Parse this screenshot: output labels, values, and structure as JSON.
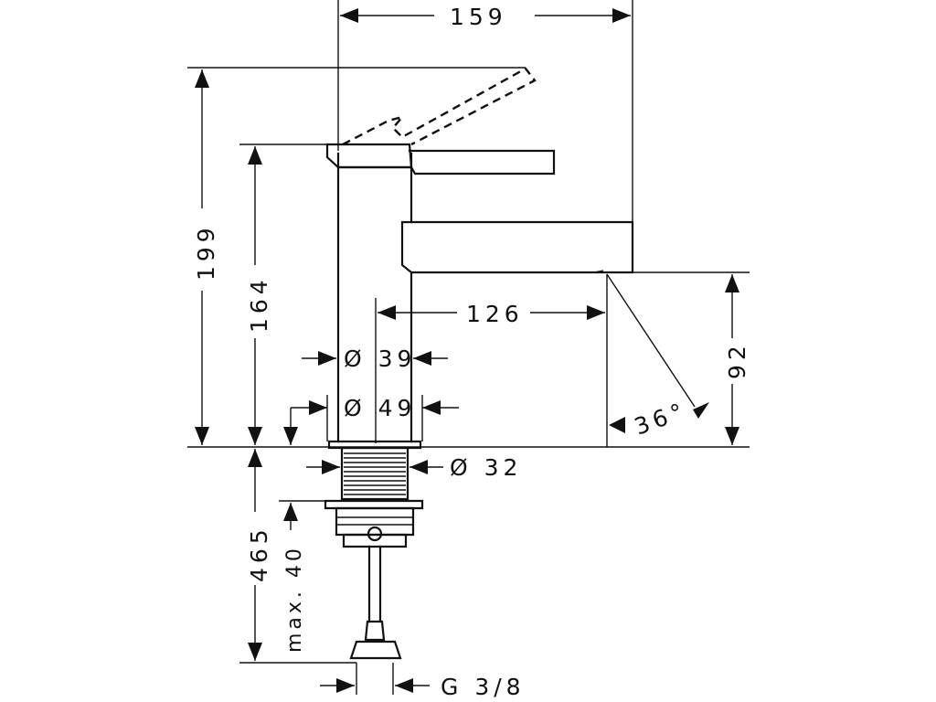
{
  "dimensions": {
    "width_total": "159",
    "height_total": "199",
    "height_body": "164",
    "spout_reach": "126",
    "spout_height": "92",
    "spray_angle": "36°",
    "dia_body": "Ø 39",
    "dia_base": "Ø 49",
    "dia_thread": "Ø 32",
    "below_deck": "465",
    "max_thickness": "max. 40",
    "connection": "G 3/8"
  }
}
